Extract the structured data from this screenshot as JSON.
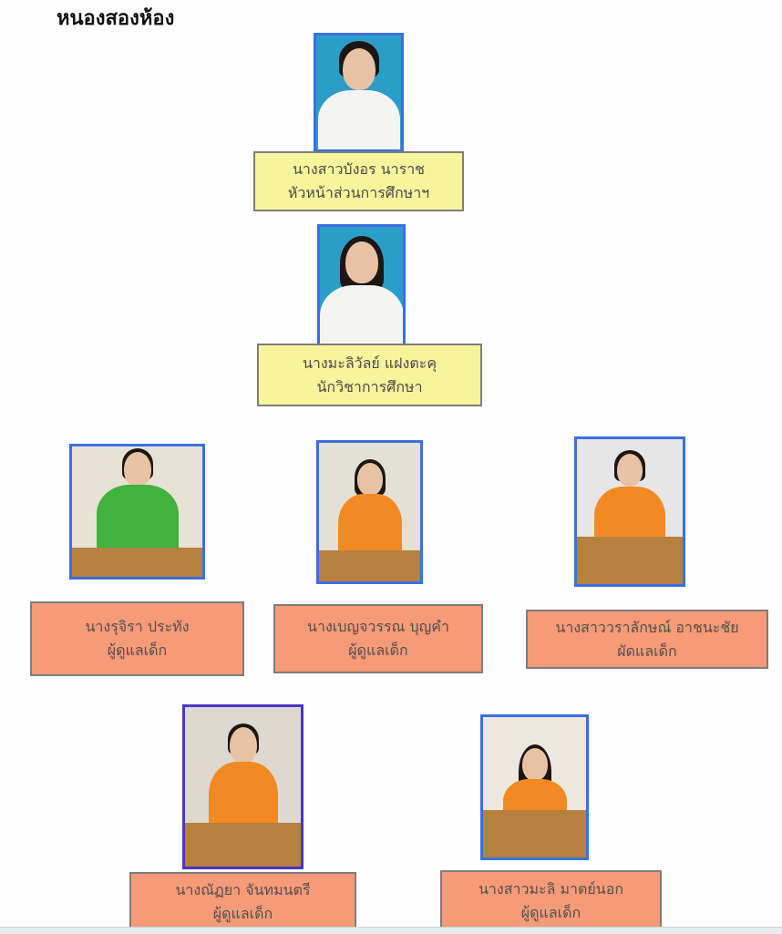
{
  "title": "หนองสองห้อง",
  "staff": [
    {
      "name": "นางสาวบังอร นาราช",
      "role": "หัวหน้าส่วนการศึกษาฯ"
    },
    {
      "name": "นางมะลิวัลย์ แฝงตะคุ",
      "role": "นักวิชาการศึกษา"
    },
    {
      "name": "นางรุจิรา ประทัง",
      "role": "ผู้ดูแลเด็ก"
    },
    {
      "name": "นางเบญจวรรณ บุญคำ",
      "role": "ผู้ดูแลเด็ก"
    },
    {
      "name": "นางสาววราลักษณ์ อาชนะชัย",
      "role": "ผัดแลเด็ก"
    },
    {
      "name": "นางณัฏยา จันทมนตรี",
      "role": "ผู้ดูแลเด็ก"
    },
    {
      "name": "นางสาวมะลิ มาตย์นอก",
      "role": "ผู้ดูแลเด็ก"
    }
  ],
  "colors": {
    "leader_box": "#f6f59c",
    "staff_box": "#f69a78",
    "photo_border": "#3b6fe0"
  }
}
